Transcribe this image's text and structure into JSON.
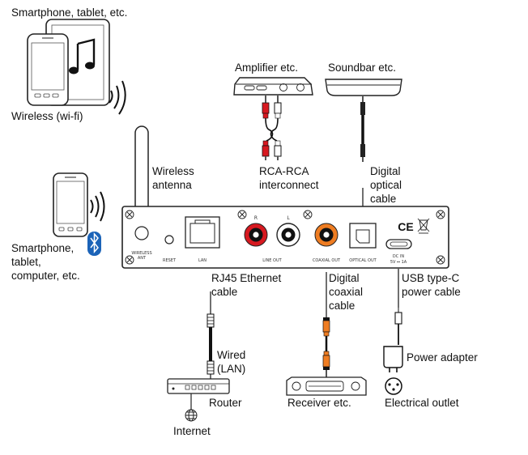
{
  "labels": {
    "smartphone_tablet": "Smartphone, tablet, etc.",
    "wireless_wifi": "Wireless (wi-fi)",
    "amplifier": "Amplifier etc.",
    "soundbar": "Soundbar etc.",
    "wireless_antenna": "Wireless\nantenna",
    "rca_cable": "RCA-RCA\ninterconnect",
    "digital_optical": "Digital\noptical\ncable",
    "smartphone_computer": "Smartphone,\ntablet,\ncomputer, etc.",
    "rj45": "RJ45 Ethernet\ncable",
    "digital_coaxial": "Digital\ncoaxial\ncable",
    "usbc": "USB type-C\npower cable",
    "wired_lan": "Wired\n(LAN)",
    "power_adapter": "Power adapter",
    "router": "Router",
    "receiver": "Receiver etc.",
    "outlet": "Electrical outlet",
    "internet": "Internet"
  },
  "panel_labels": {
    "wireless_ant": "WIRELESS\nANT",
    "reset": "RESET",
    "lan": "LAN",
    "line_out": "LINE OUT",
    "coaxial_out": "COAXIAL OUT",
    "optical_out": "OPTICAL OUT",
    "dc_in": "DC IN",
    "dc_spec": "5V ⎓ 1A",
    "ce_mark": "CE",
    "r": "R",
    "l": "L"
  },
  "colors": {
    "rca_red": "#d71920",
    "coax_orange": "#ef7d22",
    "line": "#222222",
    "bluetooth_blue": "#1b63b8"
  },
  "icons": [
    "music-note-icon",
    "wifi-waves-icon",
    "bluetooth-icon",
    "globe-icon",
    "weee-bin-icon"
  ]
}
